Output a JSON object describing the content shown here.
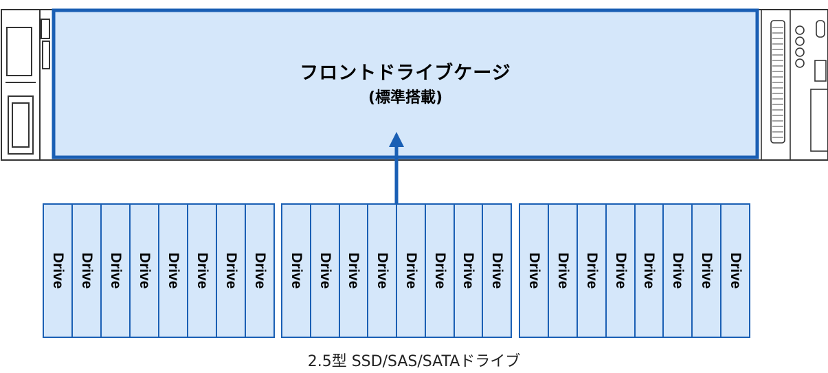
{
  "cage": {
    "title": "フロントドライブケージ",
    "subtitle": "(標準搭載)"
  },
  "drive_groups": [
    {
      "drives": [
        "Drive",
        "Drive",
        "Drive",
        "Drive",
        "Drive",
        "Drive",
        "Drive",
        "Drive"
      ]
    },
    {
      "drives": [
        "Drive",
        "Drive",
        "Drive",
        "Drive",
        "Drive",
        "Drive",
        "Drive",
        "Drive"
      ]
    },
    {
      "drives": [
        "Drive",
        "Drive",
        "Drive",
        "Drive",
        "Drive",
        "Drive",
        "Drive",
        "Drive"
      ]
    }
  ],
  "caption": "2.5型 SSD/SAS/SATAドライブ",
  "colors": {
    "accent": "#1a5fb4",
    "fill": "#d5e7fa"
  }
}
